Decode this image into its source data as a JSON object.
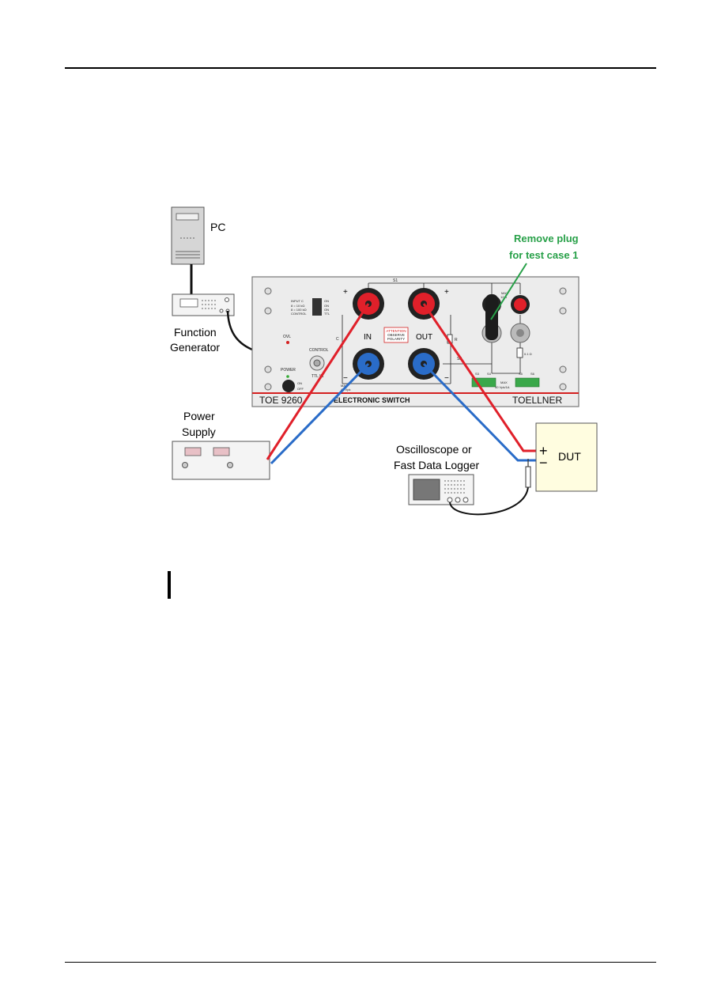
{
  "pc_label": "PC",
  "fg_label_1": "Function",
  "fg_label_2": "Generator",
  "ps_label_1": "Power",
  "ps_label_2": "Supply",
  "scope_label_1": "Oscilloscope or",
  "scope_label_2": "Fast Data Logger",
  "dut_label": "DUT",
  "dut_plus": "+",
  "dut_minus": "−",
  "callout_1": "Remove plug",
  "callout_2": "for test case 1",
  "panel": {
    "model": "TOE 9260",
    "name": "ELECTRONIC SWITCH",
    "brand": "TOELLNER",
    "in_label": "IN",
    "out_label": "OUT",
    "plus": "+",
    "minus": "−",
    "s1": "S1",
    "s2": "S2",
    "c_label": "C",
    "r_label": "R",
    "ovl": "OVL",
    "control": "CONTROL",
    "ttl_in": "TTL IN",
    "power": "POWER",
    "on": "ON",
    "off": "OFF",
    "input_c": "INPUT C",
    "row_1": "8 = 10 kΩ",
    "row_2": "8 = 100 kΩ",
    "row_3": "CONTROL",
    "sw_on_1": "ON",
    "sw_on_2": "ON",
    "sw_on_3": "ON",
    "sw_ttl": "TTL",
    "attention_1": "ATTENTION",
    "attention_2": "OBSERVE",
    "attention_3": "POLARITY",
    "max_1": "MAX",
    "max_2": "42 Vpk",
    "max_3": "MAX",
    "max_4": "40 Vpk/1A",
    "s3": "S3",
    "s4": "S4",
    "s5": "S5",
    "s6": "S6",
    "ohm": "0.1 Ω",
    "fuse_1": "MAX",
    "fuse_2": "12 A"
  },
  "colors": {
    "red_wire": "#e0202a",
    "blue_wire": "#2a6cc8",
    "callout_green": "#27a048"
  }
}
